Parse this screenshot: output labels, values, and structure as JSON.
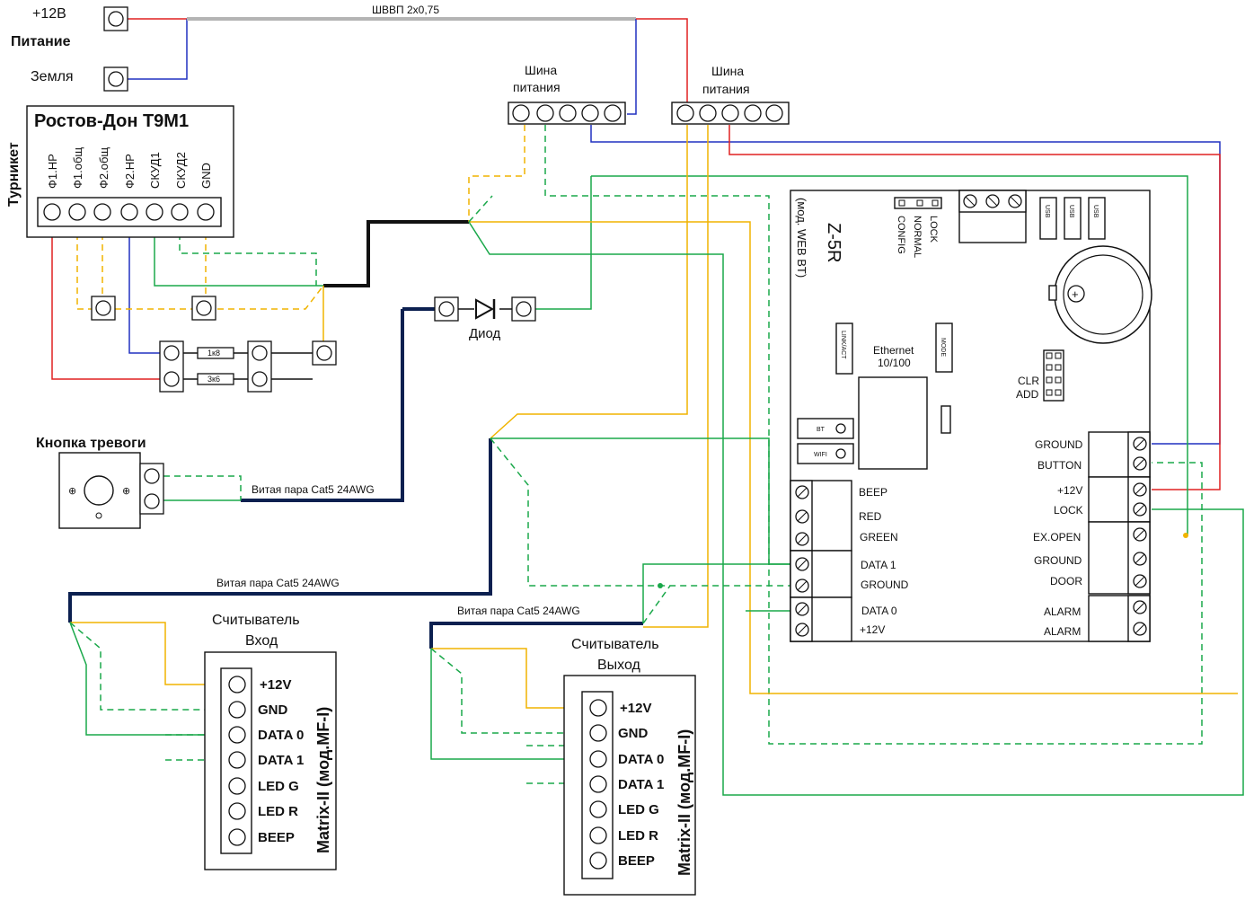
{
  "power": {
    "plus12": "+12В",
    "title": "Питание",
    "ground": "Земля",
    "cable": "ШВВП 2х0,75"
  },
  "bus1": {
    "label_line1": "Шина",
    "label_line2": "питания"
  },
  "bus2": {
    "label_line1": "Шина",
    "label_line2": "питания"
  },
  "turnstile": {
    "side_label": "Турникет",
    "title": "Ростов-Дон  Т9М1",
    "terminals": [
      "Ф1.НР",
      "Ф1.общ",
      "Ф2.общ",
      "Ф2.НР",
      "СКУД1",
      "СКУД2",
      "GND"
    ],
    "res1": "1к8",
    "res2": "3к6"
  },
  "diode": {
    "label": "Диод"
  },
  "alarm_button": {
    "label": "Кнопка тревоги",
    "cable": "Витая пара Cat5 24AWG"
  },
  "cable_entry": "Витая пара Cat5 24AWG",
  "cable_exit": "Витая пара Cat5 24AWG",
  "reader_in": {
    "title_line1": "Считыватель",
    "title_line2": "Вход",
    "model": "Matrix-II (мод.MF-I)",
    "pins": [
      "+12V",
      "GND",
      "DATA 0",
      "DATA 1",
      "LED G",
      "LED R",
      "BEEP"
    ]
  },
  "reader_out": {
    "title_line1": "Считыватель",
    "title_line2": "Выход",
    "model": "Matrix-II (мод.MF-I)",
    "pins": [
      "+12V",
      "GND",
      "DATA 0",
      "DATA 1",
      "LED G",
      "LED R",
      "BEEP"
    ]
  },
  "controller": {
    "name": "Z-5R",
    "model": "(мод. WEB BT)",
    "jumper_labels": [
      "LOCK",
      "NORMAL",
      "CONFIG"
    ],
    "usb": [
      "USB",
      "USB",
      "USB"
    ],
    "link": "LINK/ACT",
    "ethernet_line1": "Ethernet",
    "ethernet_line2": "10/100",
    "mode": "MODE",
    "clr": "CLR",
    "add": "ADD",
    "bt": "BT",
    "wifi": "WIFI",
    "left_terminals": [
      "BEEP",
      "RED",
      "GREEN",
      "DATA 1",
      "GROUND",
      "DATA 0",
      "+12V"
    ],
    "right_terminals": [
      "GROUND",
      "BUTTON",
      "+12V",
      "LOCK",
      "EX.OPEN",
      "GROUND",
      "DOOR",
      "ALARM",
      "ALARM"
    ]
  },
  "colors": {
    "red": "#e02020",
    "blue": "#2030c0",
    "green": "#1aa84a",
    "yellow": "#f0b400",
    "gray": "#b4b4b4",
    "navy": "#0c2050",
    "black": "#111111"
  }
}
